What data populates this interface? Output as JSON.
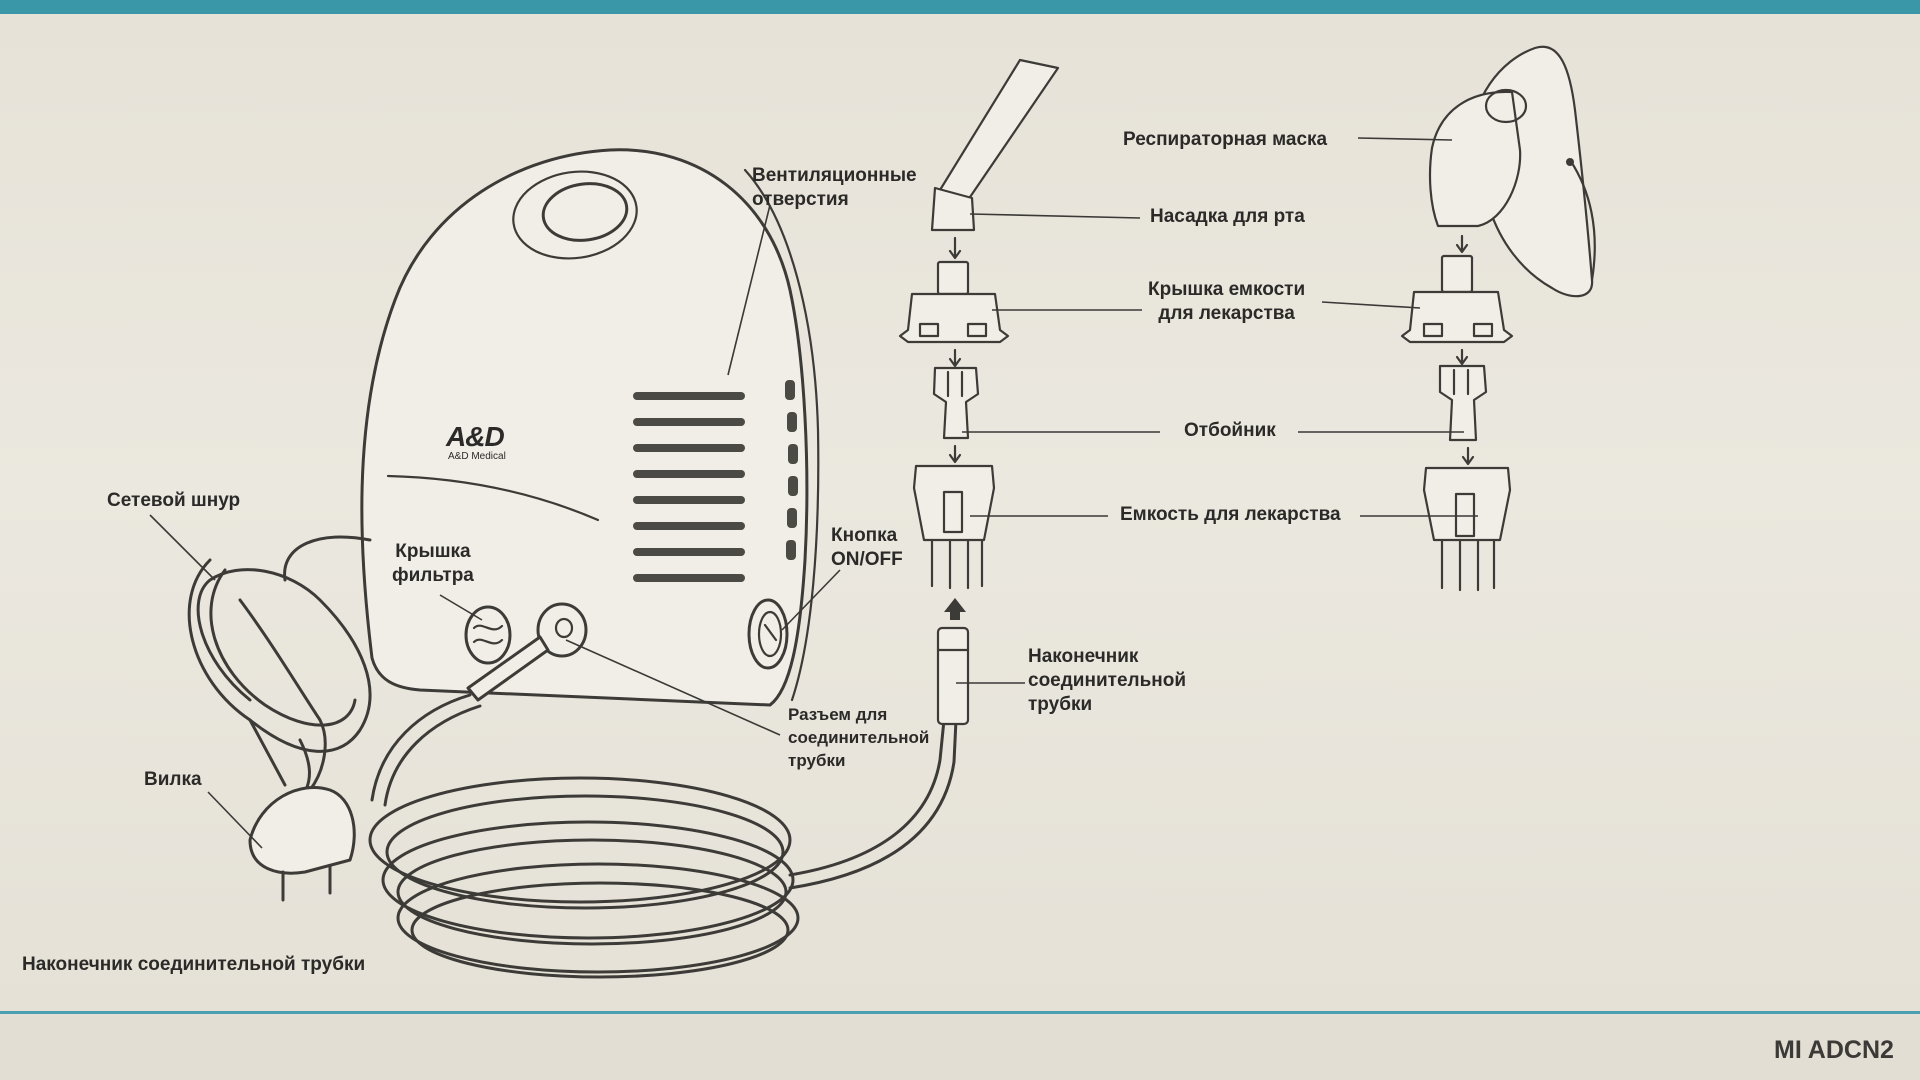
{
  "labels": {
    "vent_holes": "Вентиляционные\nотверстия",
    "power_cord": "Сетевой шнур",
    "filter_cover": "Крышка\nфильтра",
    "on_off_button": "Кнопка\nON/OFF",
    "tube_socket": "Разъем для\nсоединительной\nтрубки",
    "plug": "Вилка",
    "tube_tip_bottom": "Наконечник соединительной трубки",
    "respiratory_mask": "Респираторная маска",
    "mouthpiece": "Насадка для рта",
    "container_cap": "Крышка емкости\nдля лекарства",
    "baffle": "Отбойник",
    "medicine_container": "Емкость для лекарства",
    "tube_tip_right": "Наконечник\nсоединительной\nтрубки"
  },
  "logo": {
    "brand": "A&D",
    "sub": "A&D Medical"
  },
  "footer": {
    "model": "MI ADCN2"
  }
}
